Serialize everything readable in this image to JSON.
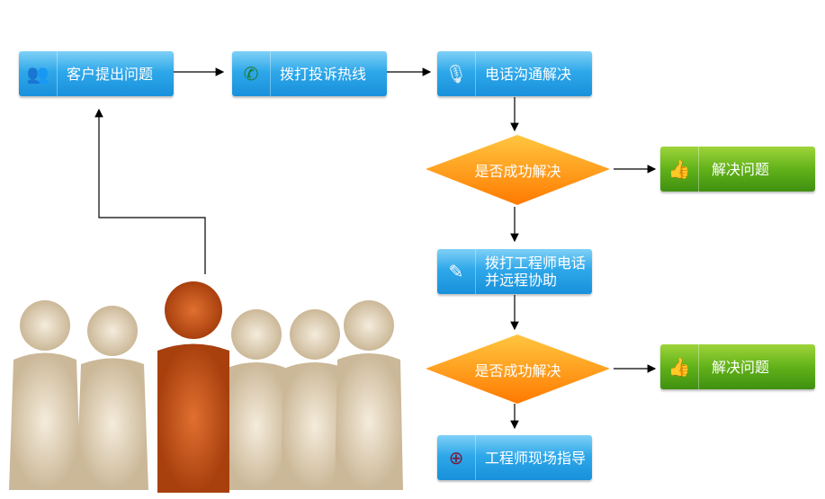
{
  "steps": {
    "customer_issue": "客户提出问题",
    "hotline": "拨打投诉热线",
    "phone_resolve": "电话沟通解决",
    "decision1": "是否成功解决",
    "resolved1": "解决问题",
    "engineer_call_line1": "拨打工程师电话",
    "engineer_call_line2": "并远程协助",
    "decision2": "是否成功解决",
    "resolved2": "解决问题",
    "onsite": "工程师现场指导"
  },
  "icons": [
    "people-icon",
    "phone-icon",
    "microphone-icon",
    "thumbs-up-icon",
    "edit-note-icon",
    "ball-icon"
  ],
  "colors": {
    "blue": "#2fa8ea",
    "green": "#62b21a",
    "orange": "#ff9a10",
    "figure": "#e6d8c0",
    "highlight_figure": "#c8561a"
  }
}
